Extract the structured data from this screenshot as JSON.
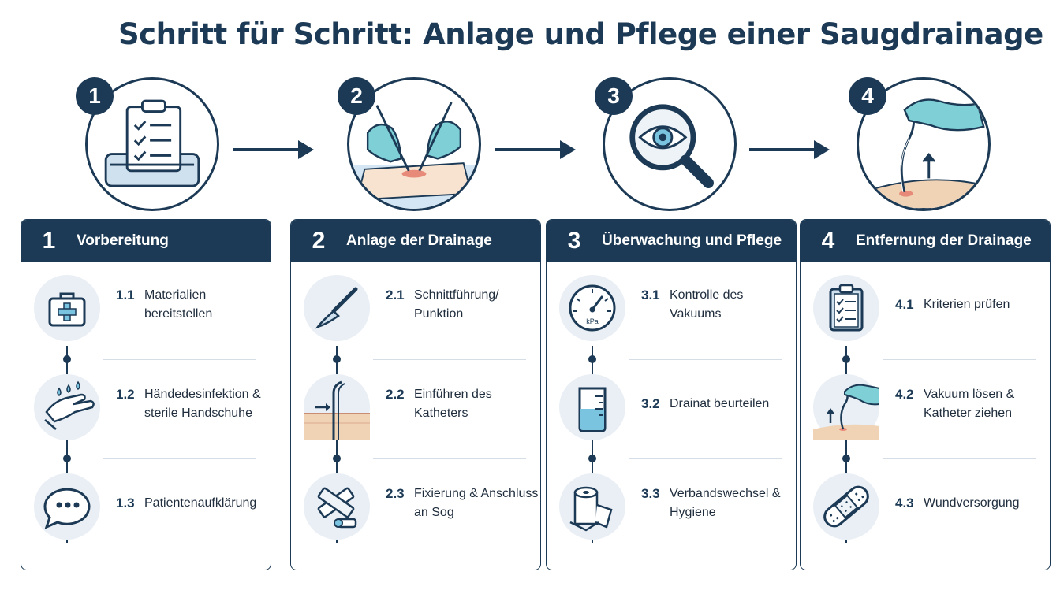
{
  "title": "Schritt für Schritt: Anlage und Pflege einer Saugdrainage",
  "colors": {
    "navy": "#1c3a55",
    "accent_blue": "#7bc4e0",
    "skin": "#f0d2b4",
    "glove": "#7fd0d6"
  },
  "steps": [
    {
      "number": "1",
      "title": "Vorbereitung",
      "hero_icon": "clipboard-checklist-tray-icon",
      "substeps": [
        {
          "number": "1.1",
          "text": "Materialien bereitstellen",
          "icon": "first-aid-kit-icon"
        },
        {
          "number": "1.2",
          "text": "Händedesinfektion & sterile Handschuhe",
          "icon": "hand-disinfection-icon"
        },
        {
          "number": "1.3",
          "text": "Patientenaufklärung",
          "icon": "speech-bubble-icon"
        }
      ]
    },
    {
      "number": "2",
      "title": "Anlage der Drainage",
      "hero_icon": "gloved-hands-incision-icon",
      "substeps": [
        {
          "number": "2.1",
          "text": "Schnittführung/ Punktion",
          "icon": "scalpel-icon"
        },
        {
          "number": "2.2",
          "text": "Einführen des Katheters",
          "icon": "catheter-insertion-icon"
        },
        {
          "number": "2.3",
          "text": "Fixierung & Anschluss an Sog",
          "icon": "tape-connector-icon"
        }
      ]
    },
    {
      "number": "3",
      "title": "Überwachung und Pflege",
      "hero_icon": "magnifier-eye-icon",
      "substeps": [
        {
          "number": "3.1",
          "text": "Kontrolle des Vakuums",
          "icon": "pressure-gauge-icon",
          "gauge_label": "kPa"
        },
        {
          "number": "3.2",
          "text": "Drainat beurteilen",
          "icon": "measuring-beaker-icon"
        },
        {
          "number": "3.3",
          "text": "Verbandswechsel & Hygiene",
          "icon": "gauze-roll-icon"
        }
      ]
    },
    {
      "number": "4",
      "title": "Entfernung der Drainage",
      "hero_icon": "hand-pulling-catheter-icon",
      "substeps": [
        {
          "number": "4.1",
          "text": "Kriterien prüfen",
          "icon": "checklist-clipboard-icon"
        },
        {
          "number": "4.2",
          "text": "Vakuum lösen & Katheter ziehen",
          "icon": "catheter-removal-icon"
        },
        {
          "number": "4.3",
          "text": "Wundversorgung",
          "icon": "adhesive-bandage-icon"
        }
      ]
    }
  ]
}
